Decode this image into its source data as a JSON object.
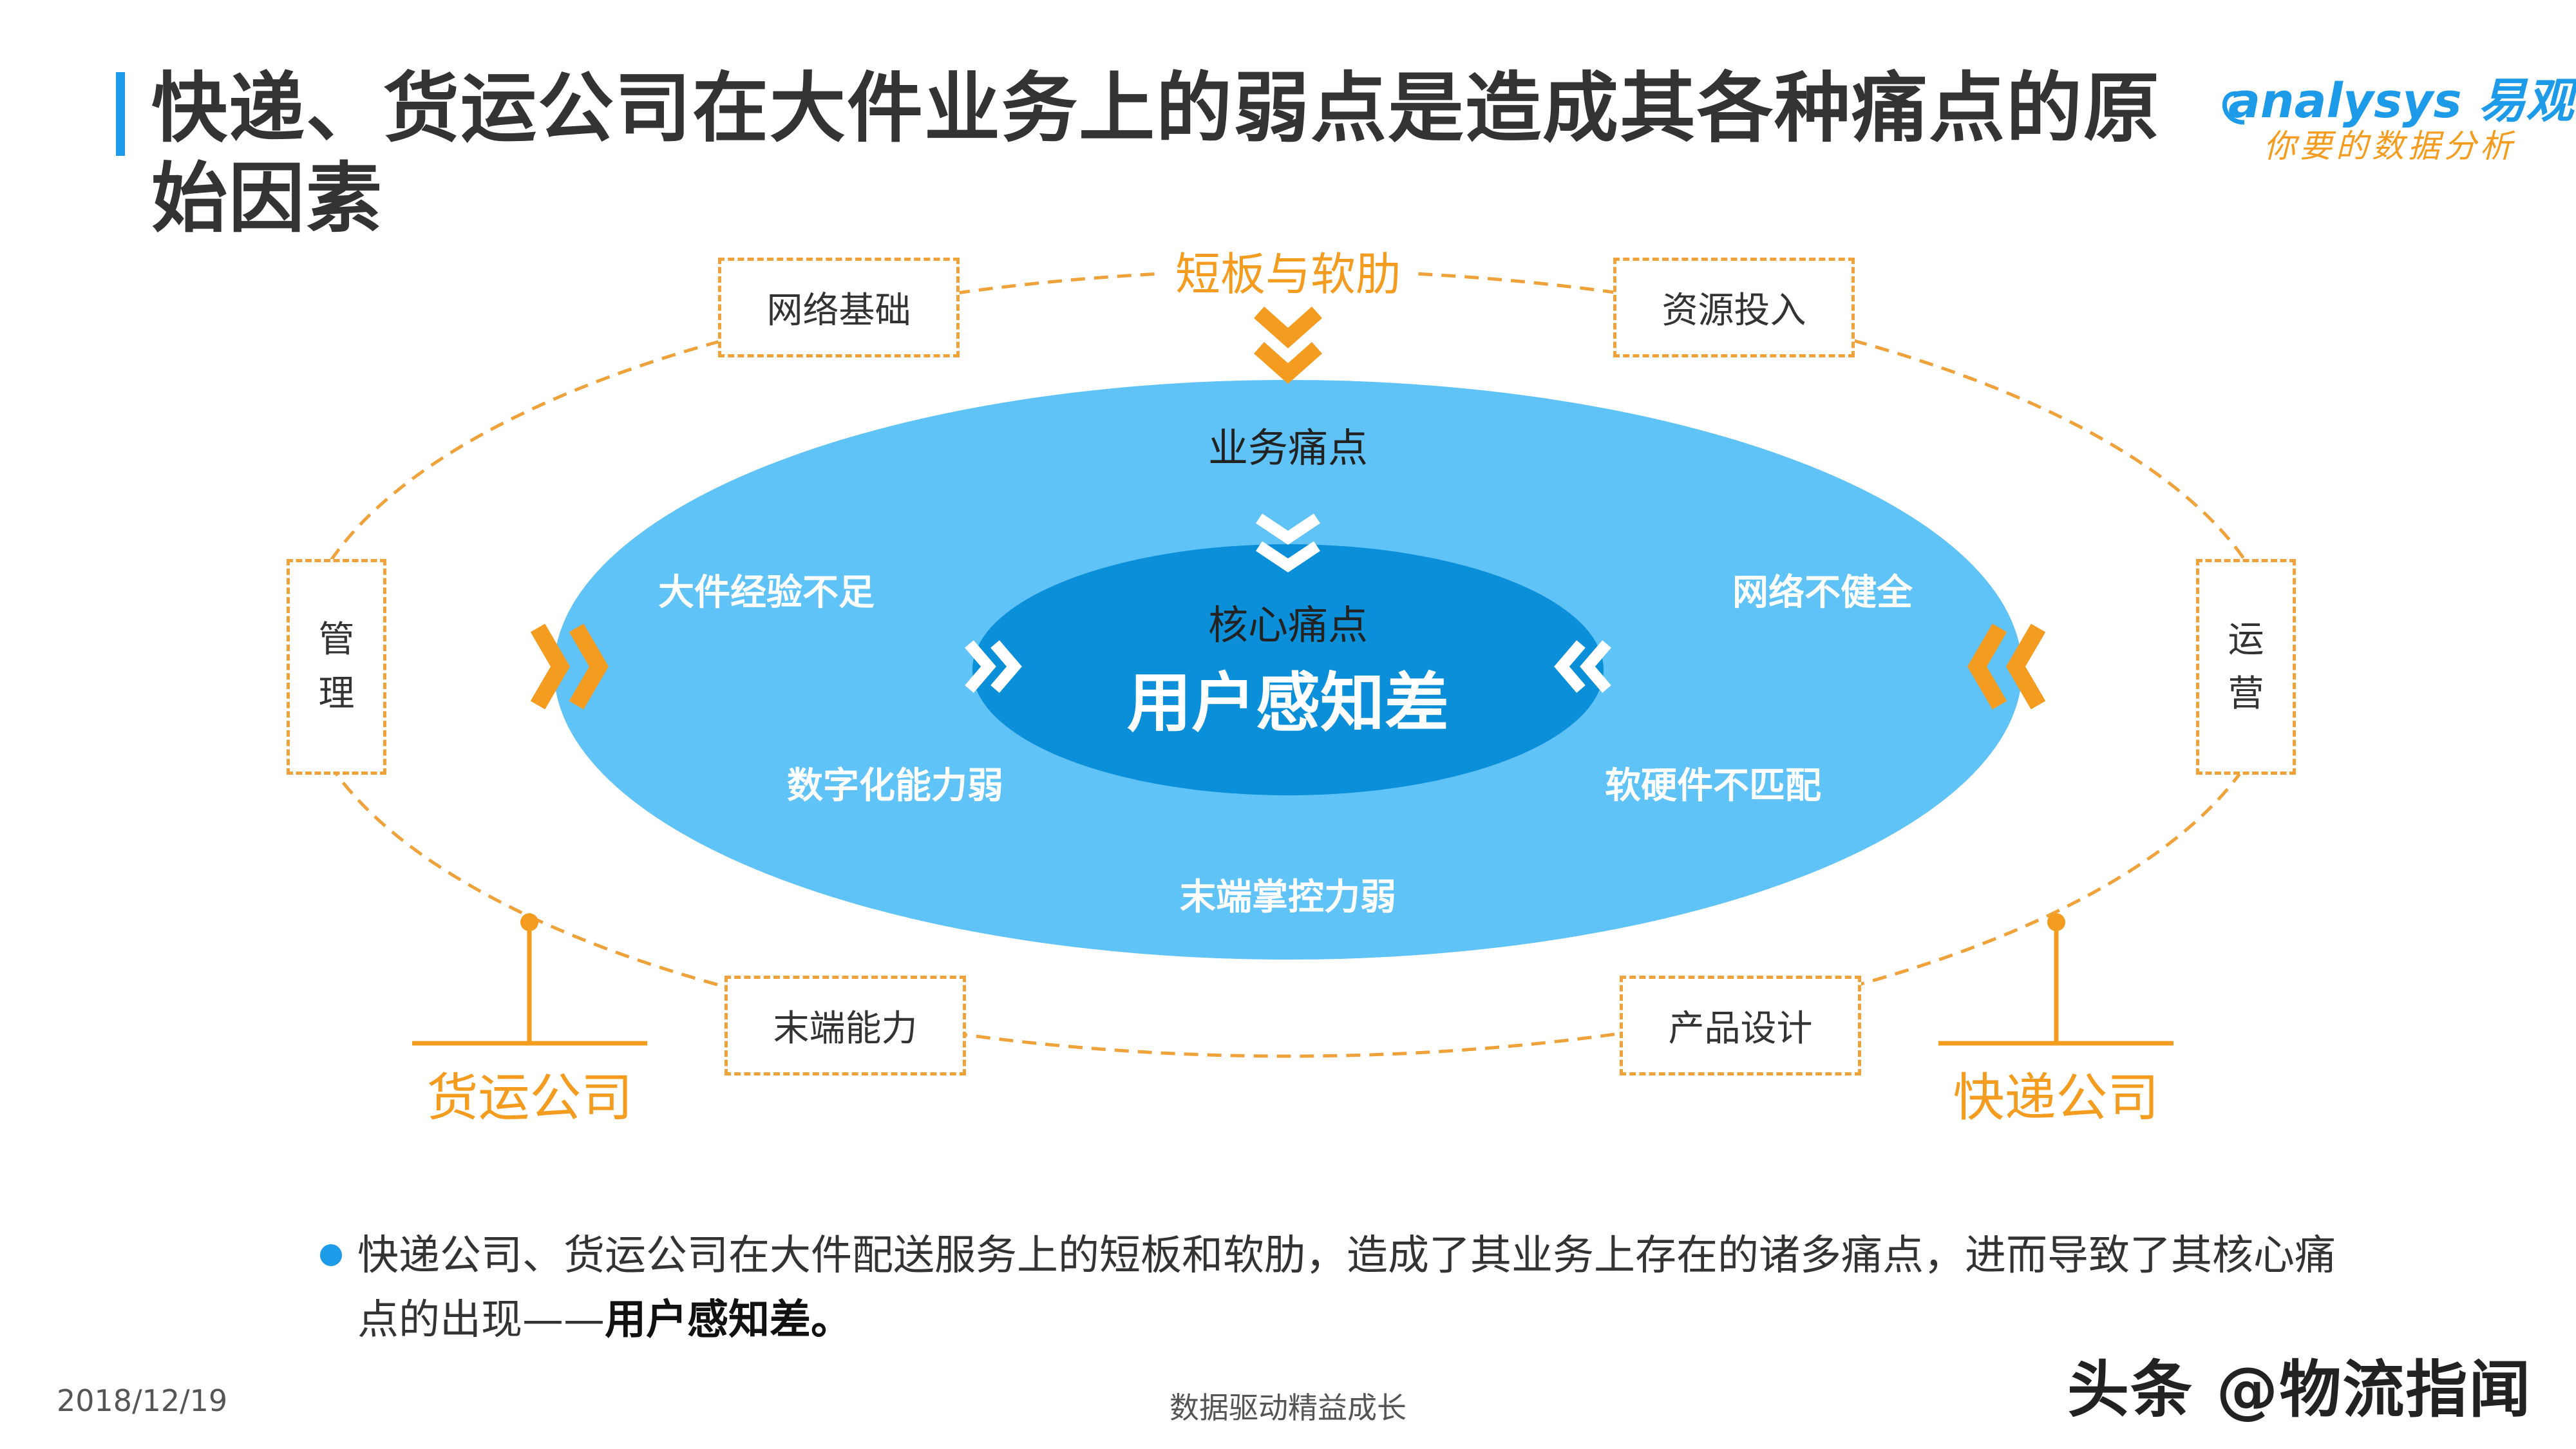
{
  "header": {
    "title": "快递、货运公司在大件业务上的弱点是造成其各种痛点的原始因素",
    "logo_brand": "analysys 易观",
    "logo_slogan": "你要的数据分析"
  },
  "diagram": {
    "top_label": "短板与软肋",
    "outer_boxes": {
      "network_base": "网络基础",
      "resource_input": "资源投入",
      "management": "管\n理",
      "operations": "运\n营",
      "last_mile_capability": "末端能力",
      "product_design": "产品设计"
    },
    "companies": {
      "freight": "货运公司",
      "express": "快递公司"
    },
    "outer_ellipse_title": "业务痛点",
    "pain_points": {
      "large_item_experience": "大件经验不足",
      "network_incomplete": "网络不健全",
      "weak_digitalization": "数字化能力弱",
      "hw_sw_mismatch": "软硬件不匹配",
      "weak_last_mile_control": "末端掌控力弱"
    },
    "core_title": "核心痛点",
    "core_value": "用户感知差",
    "colors": {
      "outer_ellipse": "#5fc3f7",
      "inner_ellipse": "#0b8fd9",
      "accent_orange": "#f39c1f",
      "title_bar_blue": "#1d9be8"
    }
  },
  "summary": {
    "text": "快递公司、货运公司在大件配送服务上的短板和软肋，造成了其业务上存在的诸多痛点，进而导致了其核心痛点的出现——",
    "emphasis": "用户感知差。"
  },
  "footer": {
    "date": "2018/12/19",
    "center": "数据驱动精益成长",
    "watermark": "头条 @物流指闻"
  }
}
